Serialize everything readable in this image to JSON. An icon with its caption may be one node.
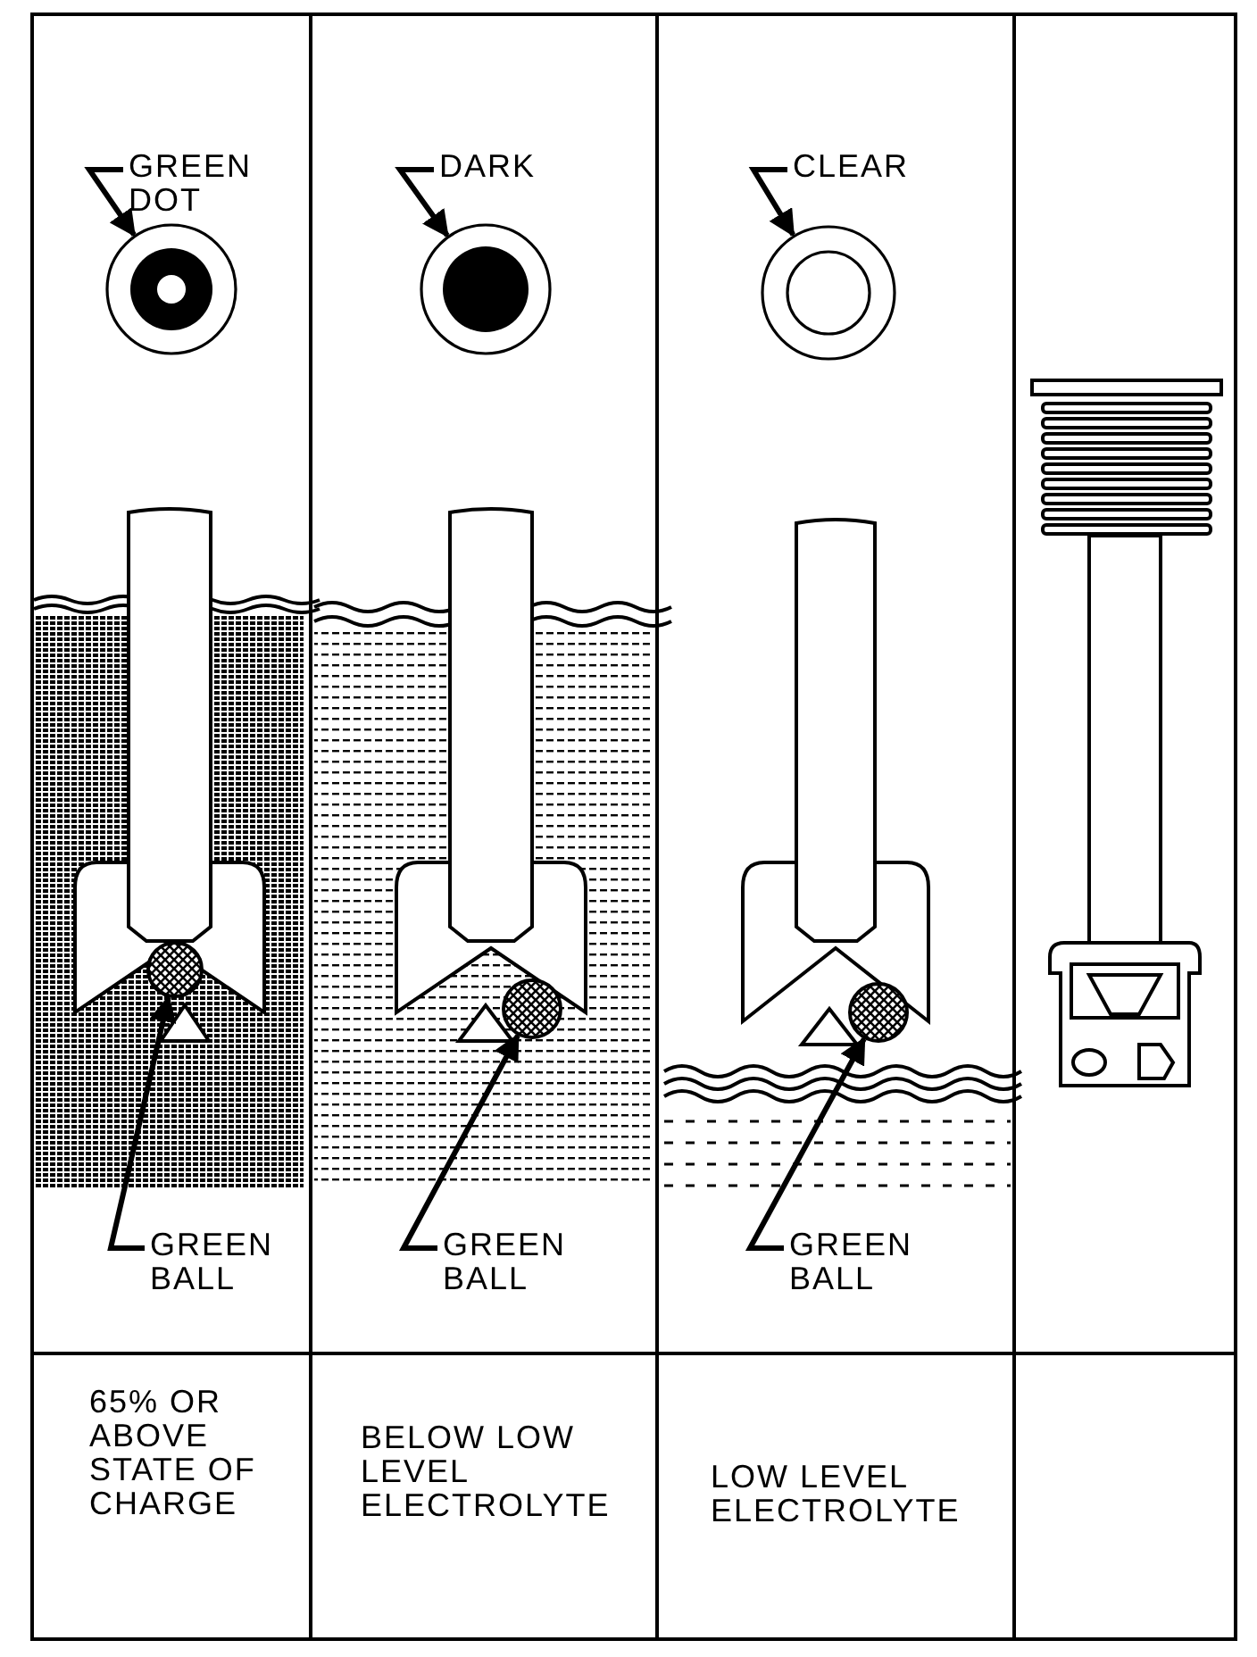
{
  "diagram": {
    "nodes": [
      {
        "text": [
          "GREEN DOT"
        ]
      },
      {
        "text": [],
        "shape": "circle"
      },
      {
        "text": [
          "DARK"
        ]
      },
      {
        "text": [],
        "shape": "circle"
      },
      {
        "text": [
          "CLEAR"
        ]
      },
      {
        "text": [],
        "shape": "circle"
      },
      {
        "text": [],
        "shape": "circle"
      },
      {
        "text": [
          "GREEN BALL"
        ]
      },
      {
        "text": [],
        "shape": "circle"
      },
      {
        "text": [
          "GREEN BALL"
        ]
      },
      {
        "text": [],
        "shape": "circle"
      },
      {
        "text": [
          "GREEN BALL"
        ]
      }
    ],
    "edges": [
      {
        "from": 0,
        "to": 1,
        "arrow": "to"
      },
      {
        "from": 2,
        "to": 3,
        "arrow": "to"
      },
      {
        "from": 4,
        "to": 5,
        "arrow": "to"
      },
      {
        "from": 7,
        "to": 6,
        "arrow": "to"
      },
      {
        "from": 9,
        "to": 8,
        "arrow": "to"
      },
      {
        "from": 11,
        "to": 10,
        "arrow": "to"
      }
    ],
    "labels": [
      "65% OR ABOVE STATE OF CHARGE",
      "BELOW LOW LEVEL ELECTROLYTE",
      "LOW LEVEL ELECTROLYTE"
    ]
  }
}
